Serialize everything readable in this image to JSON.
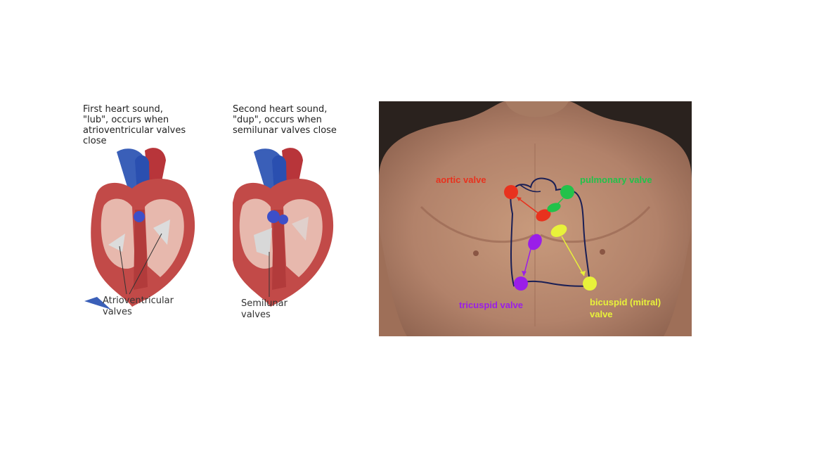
{
  "left_diagrams": [
    {
      "caption": "First heart sound,\n\"lub\", occurs when\natrioventricular valves\nclose",
      "label": "Atrioventricular\nvalves"
    },
    {
      "caption": "Second heart sound,\n\"dup\", occurs when\nsemilunar valves close",
      "label": "Semilunar\nvalves"
    }
  ],
  "chest_labels": {
    "aortic": "aortic valve",
    "pulmonary": "pulmonary valve",
    "tricuspid": "tricuspid valve",
    "bicuspid": "bicuspid (mitral)\n valve"
  },
  "colors": {
    "aortic": "#e8321e",
    "pulmonary": "#22c24a",
    "tricuspid": "#9a1ee8",
    "bicuspid": "#e8f23a",
    "outline": "#1a1f55",
    "skin": "#b98a6e",
    "background_dark": "#2a221e"
  }
}
